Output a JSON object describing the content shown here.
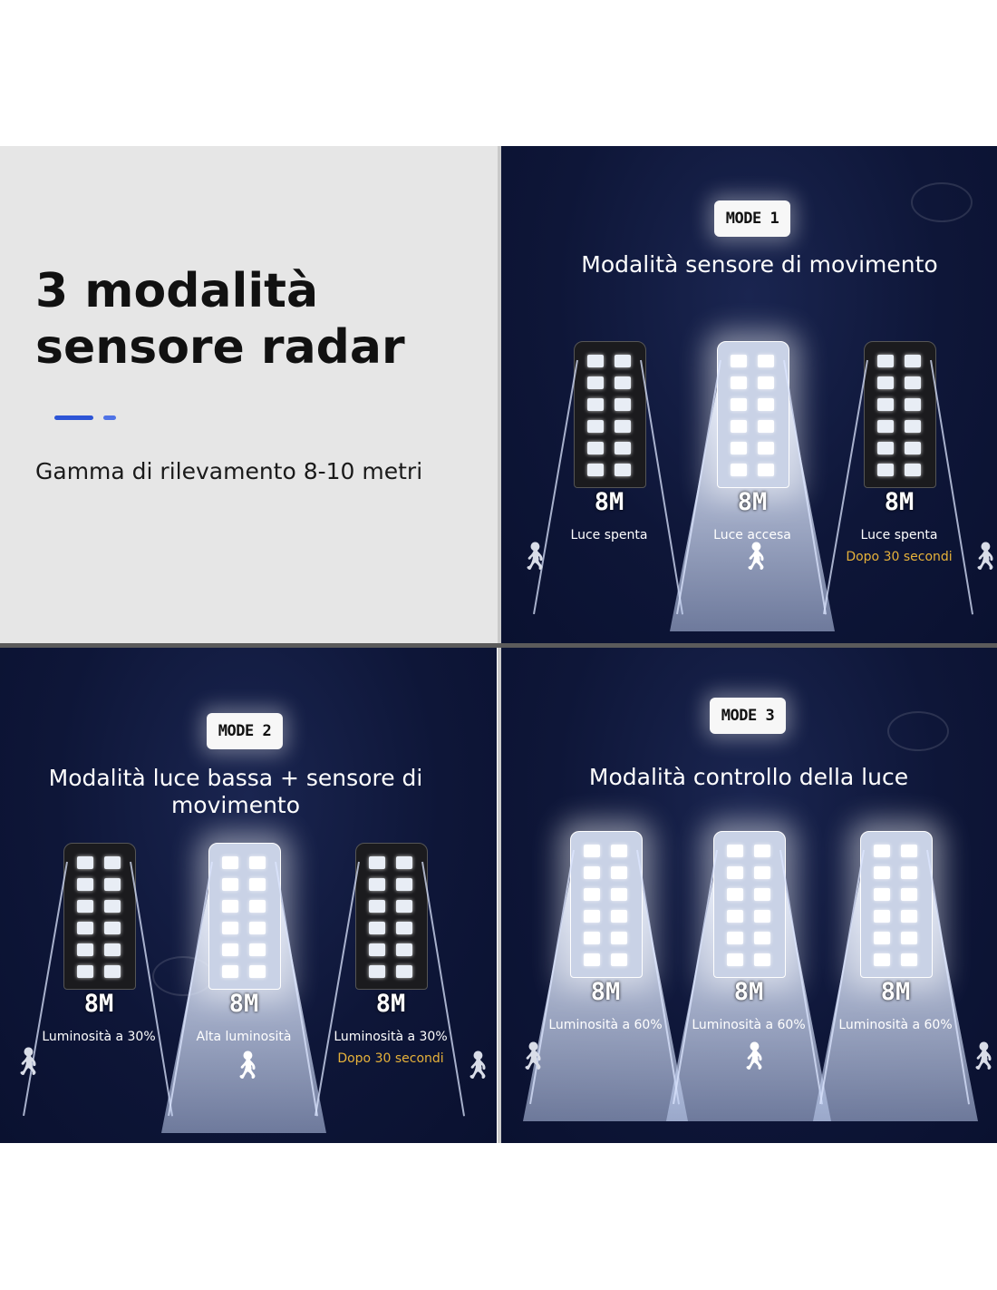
{
  "intro": {
    "headline_line1": "3 modalità",
    "headline_line2": "sensore radar",
    "subtitle": "Gamma di rilevamento 8-10 metri"
  },
  "mode1": {
    "badge": "MODE 1",
    "title": "Modalità sensore di movimento",
    "lamps": [
      {
        "range": "8M",
        "label": "Luce spenta",
        "sublabel": ""
      },
      {
        "range": "8M",
        "label": "Luce accesa",
        "sublabel": ""
      },
      {
        "range": "8M",
        "label": "Luce spenta",
        "sublabel": "Dopo 30 secondi"
      }
    ]
  },
  "mode2": {
    "badge": "MODE 2",
    "title": "Modalità luce bassa + sensore di movimento",
    "lamps": [
      {
        "range": "8M",
        "label": "Luminosità a 30%",
        "sublabel": ""
      },
      {
        "range": "8M",
        "label": "Alta luminosità",
        "sublabel": ""
      },
      {
        "range": "8M",
        "label": "Luminosità a 30%",
        "sublabel": "Dopo 30 secondi"
      }
    ]
  },
  "mode3": {
    "badge": "MODE 3",
    "title": "Modalità controllo della luce",
    "lamps": [
      {
        "range": "8M",
        "label": "Luminosità a 60%",
        "sublabel": ""
      },
      {
        "range": "8M",
        "label": "Luminosità a 60%",
        "sublabel": ""
      },
      {
        "range": "8M",
        "label": "Luminosità a 60%",
        "sublabel": ""
      }
    ]
  },
  "icons": {
    "person": "walking-person-icon",
    "lamp": "solar-street-lamp-icon",
    "arrow": "arrow-down-icon",
    "watermark": "watermark-logo-icon"
  },
  "colors": {
    "dark_panel": "#0e1638",
    "accent_blue": "#2d55d6",
    "gold_text": "#e7b23a"
  }
}
